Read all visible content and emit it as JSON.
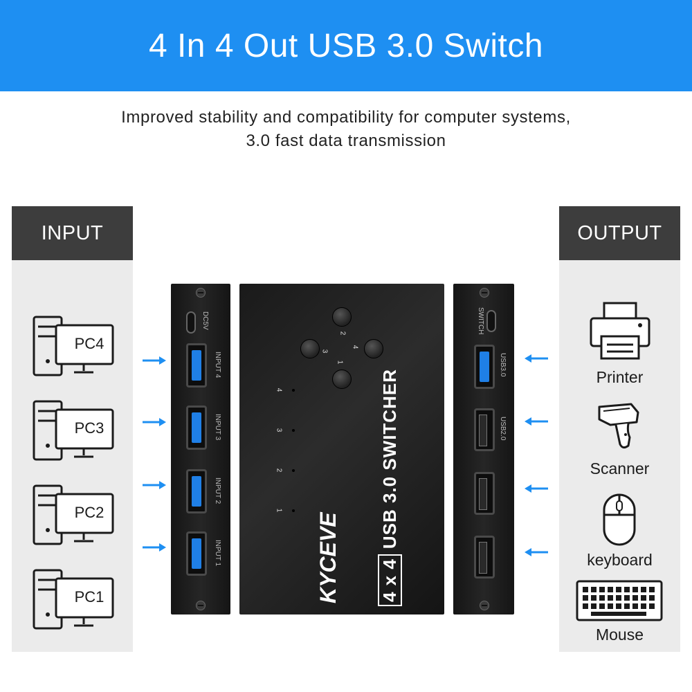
{
  "header": {
    "title": "4 In 4 Out USB 3.0 Switch"
  },
  "subtitle": {
    "line1": "Improved stability and compatibility for computer systems,",
    "line2": "3.0 fast data transmission"
  },
  "input_panel": {
    "heading": "INPUT",
    "pcs": [
      "PC4",
      "PC3",
      "PC2",
      "PC1"
    ]
  },
  "output_panel": {
    "heading": "OUTPUT",
    "devices": [
      "Printer",
      "Scanner",
      "keyboard",
      "Mouse"
    ]
  },
  "left_plate": {
    "power_label": "DC5V",
    "ports": [
      "INPUT 4",
      "INPUT 3",
      "INPUT 2",
      "INPUT 1"
    ]
  },
  "center_unit": {
    "button_numbers": [
      "2",
      "3",
      "4",
      "1"
    ],
    "led_numbers": [
      "4",
      "3",
      "2",
      "1"
    ],
    "brand": "KYCEVE",
    "model_box": "4 x 4",
    "model_text": "USB 3.0 SWITCHER"
  },
  "right_plate": {
    "switch_label": "SWITCH",
    "port1_label": "USB3.0",
    "port2_label": "USB2.0"
  },
  "colors": {
    "banner": "#1e8ff2",
    "arrow": "#1e8ff2",
    "panel_head": "#3d3d3d",
    "panel_bg": "#ebebeb"
  }
}
